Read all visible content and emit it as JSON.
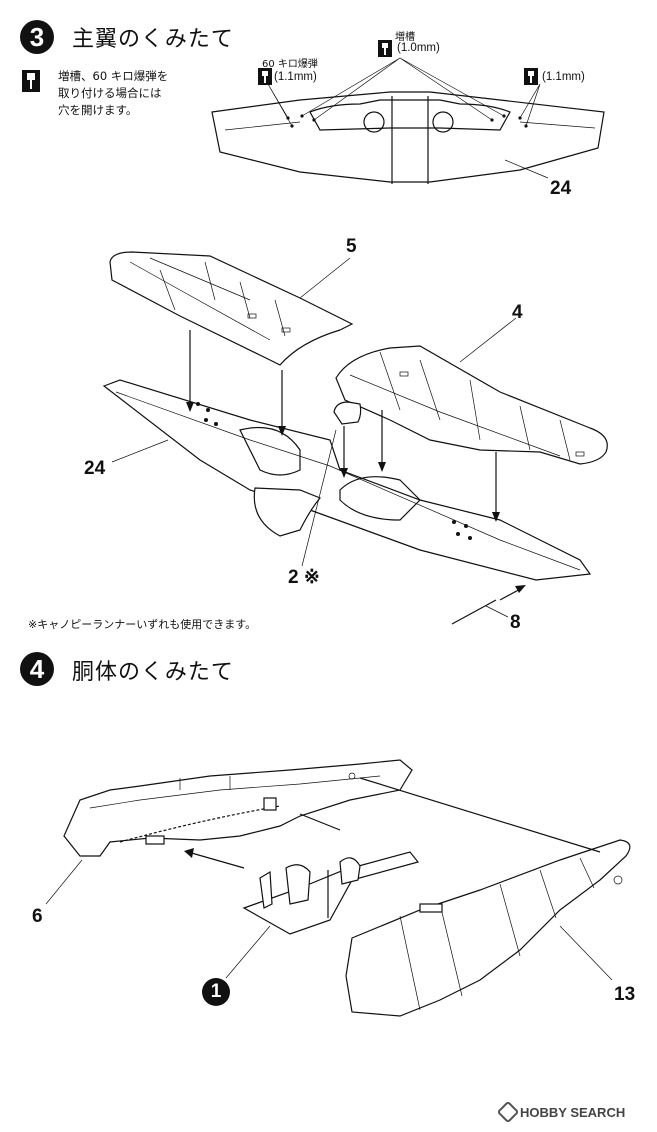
{
  "step3": {
    "number": "3",
    "title": "主翼のくみたて",
    "note_line1": "増槽、60 キロ爆弾を",
    "note_line2": "取り付ける場合には",
    "note_line3": "穴を開けます。",
    "label_tank": "増槽",
    "label_tank_mm": "(1.0mm)",
    "label_bomb": "60 キロ爆弾",
    "label_bomb_mm": "(1.1mm)",
    "label_right_mm": "(1.1mm)",
    "part_24_top": "24",
    "part_5": "5",
    "part_4": "4",
    "part_24_left": "24",
    "part_2": "2 ※",
    "part_8": "8",
    "footnote": "※キャノピーランナーいずれも使用できます。"
  },
  "step4": {
    "number": "4",
    "title": "胴体のくみたて",
    "part_6": "6",
    "part_1": "1",
    "part_13": "13"
  },
  "watermark": "HOBBY SEARCH",
  "icons": [
    "drill-icon",
    "watermark-logo-icon"
  ]
}
